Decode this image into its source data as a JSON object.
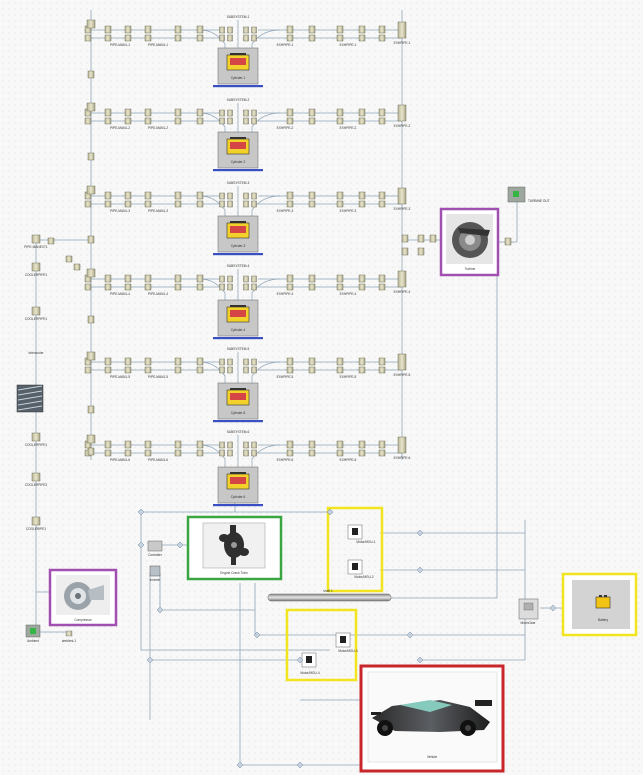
{
  "cylinders": [
    {
      "sub_label": "SUBSYSTEM-1",
      "name": "Cylinder-1",
      "pipe_left": "PIPE-MAN1-1",
      "pipe_right": "EXHPIPE-1",
      "bottom_pipe": "PIPE-MAN1-1"
    },
    {
      "sub_label": "SUBSYSTEM-2",
      "name": "Cylinder-2",
      "pipe_left": "PIPE-MAN1-2",
      "pipe_right": "EXHPIPE-2",
      "bottom_pipe": "PIPE-MAN1-2"
    },
    {
      "sub_label": "SUBSYSTEM-3",
      "name": "Cylinder-3",
      "pipe_left": "PIPE-MAN1-3",
      "pipe_right": "EXHPIPE-3",
      "bottom_pipe": "PIPE-MAN1-3"
    },
    {
      "sub_label": "SUBSYSTEM-4",
      "name": "Cylinder-4",
      "pipe_left": "PIPE-MAN1-4",
      "pipe_right": "EXHPIPE-4",
      "bottom_pipe": "PIPE-MAN1-4"
    },
    {
      "sub_label": "SUBSYSTEM-5",
      "name": "Cylinder-5",
      "pipe_left": "PIPE-MAN1-5",
      "pipe_right": "EXHPIPE-5",
      "bottom_pipe": "PIPE-MAN1-5"
    },
    {
      "sub_label": "SUBSYSTEM-6",
      "name": "Cylinder-6",
      "pipe_left": "PIPE-MAN1-6",
      "pipe_right": "EXHPIPE-6",
      "bottom_pipe": "PIPE-MAN1-6"
    }
  ],
  "left_chain": [
    "PIPE-MANEXT1",
    "COOLERPIPE1",
    "COOLERPIPE1",
    "Intercooler",
    "COOLERPIPE1",
    "COOLERPIPE2",
    "COOLERIPE1"
  ],
  "blocks": {
    "turbine": "Turbine",
    "turbine_out": "TURBINE OUT",
    "compressor": "Compressor",
    "ambient": "Ambient",
    "compressor_in": "ambient-1",
    "crankshaft": "Engine Crank Train",
    "shaft": "shaft 1",
    "mech_gear": "MechGear",
    "battery": "Battery",
    "vehicle": "Vehicle",
    "motor_a1": "Motor/MGU-1",
    "motor_a2": "Motor/MGU-2",
    "motor_b1": "Motor/MGU-3",
    "motor_b2": "Motor/MGU-4",
    "controller": "Controller",
    "inverter": "Inverter"
  },
  "highlight_colors": {
    "turbo": "#a14fb0",
    "engine": "#3aa641",
    "electric": "#f2e51f",
    "vehicle": "#c8262a"
  }
}
